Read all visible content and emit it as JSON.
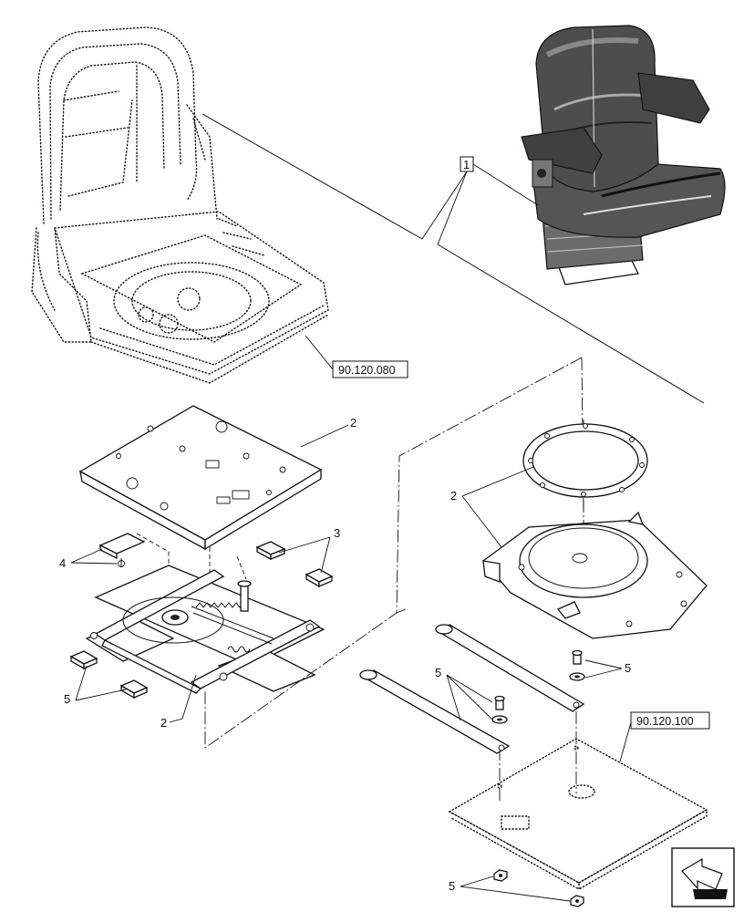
{
  "references": {
    "seat_frame": "90.120.080",
    "floor_plate": "90.120.100"
  },
  "callouts": {
    "seat_assembly": "1",
    "top_plate": "2",
    "ring_adapter": "2",
    "swivel_slide": "2",
    "fastener_set_4": "4",
    "slide_blocks": "3",
    "guide_blocks": "5",
    "bolts_washers_right": "5",
    "bolts_washers_left": "5",
    "nuts_bottom": "5"
  },
  "icons": {
    "navigation": "arrow-icon"
  }
}
